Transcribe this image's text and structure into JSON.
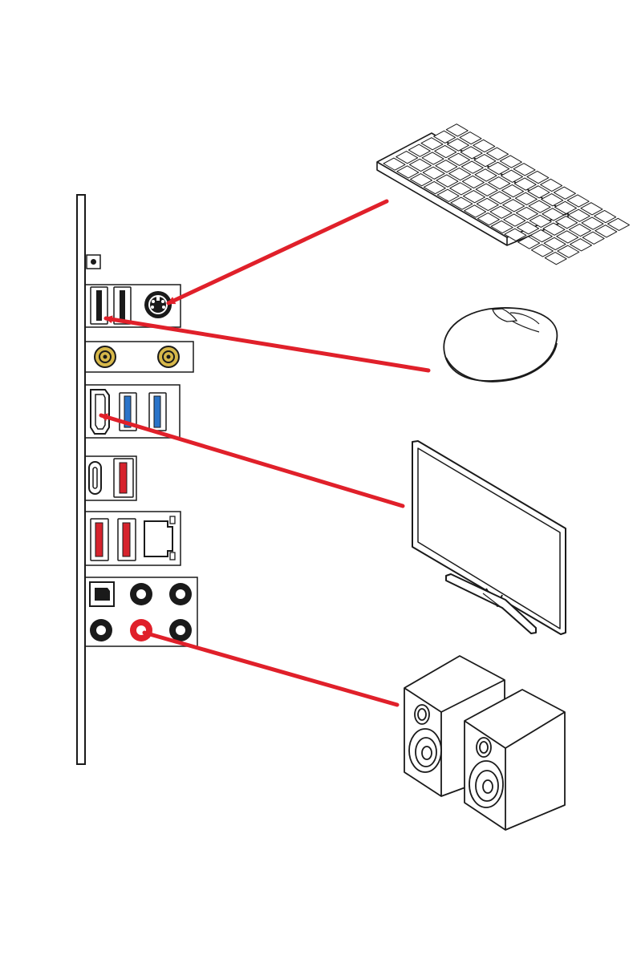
{
  "colors": {
    "arrow": "#e0202a",
    "line": "#1a1a1a",
    "usb3": "#2a74c9",
    "usb32": "#d6232d",
    "antenna_gold": "#d7b84a",
    "audio_out": "#e0202a"
  },
  "devices": [
    {
      "name": "keyboard-icon"
    },
    {
      "name": "mouse-icon"
    },
    {
      "name": "monitor-icon"
    },
    {
      "name": "speakers-icon"
    }
  ],
  "io_panel": {
    "ports": [
      "reset-button",
      "usb2-port",
      "usb2-port",
      "ps2-port",
      "wifi-antenna-port",
      "wifi-antenna-port",
      "hdmi-port",
      "usb3-port",
      "usb3-port",
      "usb-c-port",
      "usb32-port",
      "usb32-port",
      "usb32-port",
      "lan-port",
      "optical-spdif-port",
      "audio-jack",
      "audio-jack",
      "audio-jack",
      "audio-line-out-jack",
      "audio-jack"
    ]
  },
  "connections": [
    {
      "from": "keyboard",
      "to": "ps2-port"
    },
    {
      "from": "mouse",
      "to": "usb2-port"
    },
    {
      "from": "monitor",
      "to": "hdmi-port"
    },
    {
      "from": "speakers",
      "to": "audio-line-out-jack"
    }
  ]
}
